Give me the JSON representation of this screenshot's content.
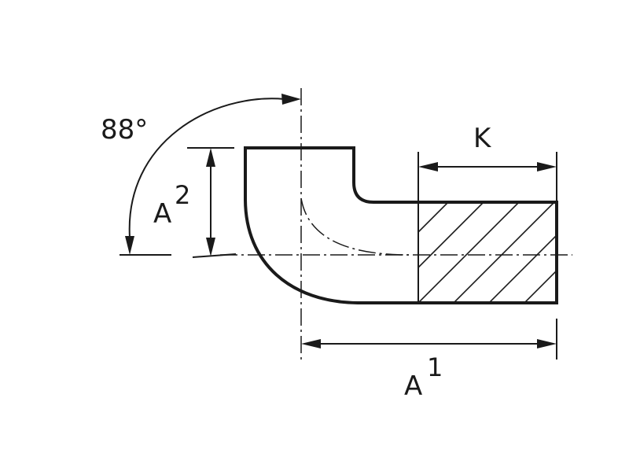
{
  "drawing": {
    "angle_label": "88°",
    "dim_k": "K",
    "dim_a1_letter": "A",
    "dim_a1_index": "1",
    "dim_a2_letter": "A",
    "dim_a2_index": "2"
  }
}
